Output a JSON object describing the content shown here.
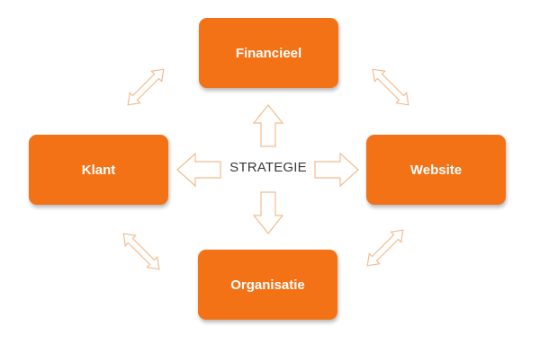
{
  "colors": {
    "box_fill": "#f47216",
    "arrow_stroke": "#f2bc8e",
    "center_text": "#3a3a3a"
  },
  "diagram": {
    "center": {
      "label": "STRATEGIE"
    },
    "nodes": {
      "top": {
        "label": "Financieel"
      },
      "left": {
        "label": "Klant"
      },
      "right": {
        "label": "Website"
      },
      "bottom": {
        "label": "Organisatie"
      }
    },
    "connectors": [
      {
        "from": "STRATEGIE",
        "to": "Financieel",
        "kind": "single-arrow"
      },
      {
        "from": "STRATEGIE",
        "to": "Klant",
        "kind": "single-arrow"
      },
      {
        "from": "STRATEGIE",
        "to": "Website",
        "kind": "single-arrow"
      },
      {
        "from": "STRATEGIE",
        "to": "Organisatie",
        "kind": "single-arrow"
      },
      {
        "from": "Klant",
        "to": "Financieel",
        "kind": "double-arrow"
      },
      {
        "from": "Financieel",
        "to": "Website",
        "kind": "double-arrow"
      },
      {
        "from": "Klant",
        "to": "Organisatie",
        "kind": "double-arrow"
      },
      {
        "from": "Organisatie",
        "to": "Website",
        "kind": "double-arrow"
      }
    ]
  }
}
